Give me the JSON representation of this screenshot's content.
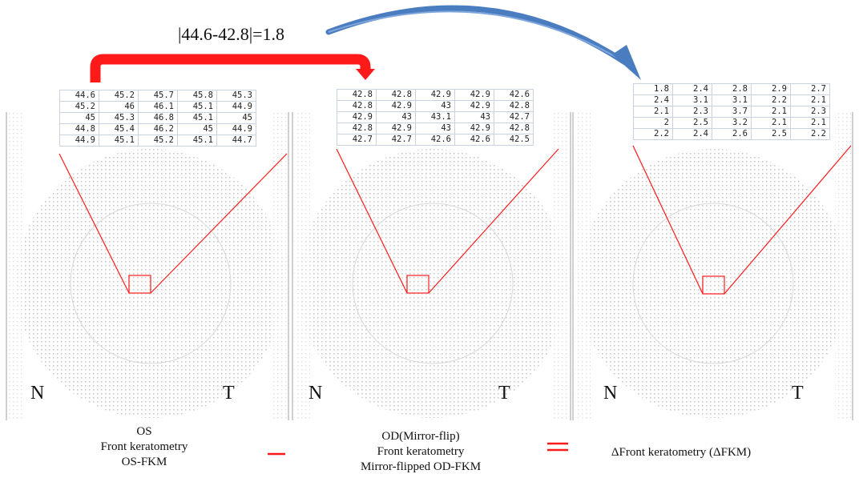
{
  "formula": "|44.6-42.8|=1.8",
  "colors": {
    "red": "#ff1a1a",
    "blue": "#4a7cc0",
    "dot": "#c8c8c8",
    "cellBorder": "#c9d3e0"
  },
  "panels": [
    {
      "table": [
        [
          "44.6",
          "45.2",
          "45.7",
          "45.8",
          "45.3"
        ],
        [
          "45.2",
          "46",
          "46.1",
          "45.1",
          "44.9"
        ],
        [
          "45",
          "45.3",
          "46.8",
          "45.1",
          "45"
        ],
        [
          "44.8",
          "45.4",
          "46.2",
          "45",
          "44.9"
        ],
        [
          "44.9",
          "45.1",
          "45.2",
          "45.1",
          "44.7"
        ]
      ],
      "left_letter": "N",
      "right_letter": "T",
      "caption": [
        "OS",
        "Front keratometry",
        "OS-FKM"
      ]
    },
    {
      "table": [
        [
          "42.8",
          "42.8",
          "42.9",
          "42.9",
          "42.6"
        ],
        [
          "42.8",
          "42.9",
          "43",
          "42.9",
          "42.8"
        ],
        [
          "42.9",
          "43",
          "43.1",
          "43",
          "42.7"
        ],
        [
          "42.8",
          "42.9",
          "43",
          "42.9",
          "42.8"
        ],
        [
          "42.7",
          "42.7",
          "42.6",
          "42.6",
          "42.5"
        ]
      ],
      "left_letter": "N",
      "right_letter": "T",
      "caption": [
        "OD(Mirror-flip)",
        "Front keratometry",
        "Mirror-flipped OD-FKM"
      ]
    },
    {
      "table": [
        [
          "1.8",
          "2.4",
          "2.8",
          "2.9",
          "2.7"
        ],
        [
          "2.4",
          "3.1",
          "3.1",
          "2.2",
          "2.1"
        ],
        [
          "2.1",
          "2.3",
          "3.7",
          "2.1",
          "2.3"
        ],
        [
          "2",
          "2.5",
          "3.2",
          "2.1",
          "2.1"
        ],
        [
          "2.2",
          "2.4",
          "2.6",
          "2.5",
          "2.2"
        ]
      ],
      "left_letter": "N",
      "right_letter": "T",
      "caption": [
        "ΔFront keratometry (ΔFKM)"
      ]
    }
  ]
}
